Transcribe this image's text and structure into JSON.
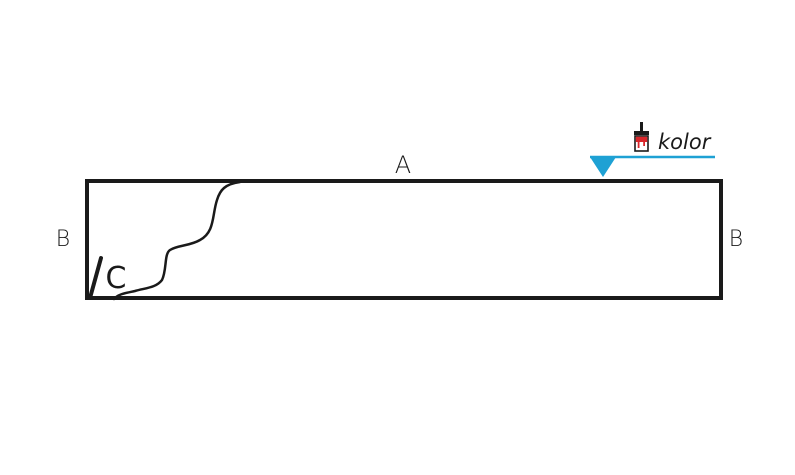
{
  "diagram": {
    "edge_label_top": "A",
    "edge_label_left": "B",
    "edge_label_right": "B",
    "corner_label": "C",
    "paint_label": "kolor",
    "icons": [
      "paint-brush-icon",
      "level-marker-icon"
    ],
    "colors": {
      "outline": "#1a1a1a",
      "accent": "#1ea1d4",
      "paint": "#d9262b"
    }
  }
}
